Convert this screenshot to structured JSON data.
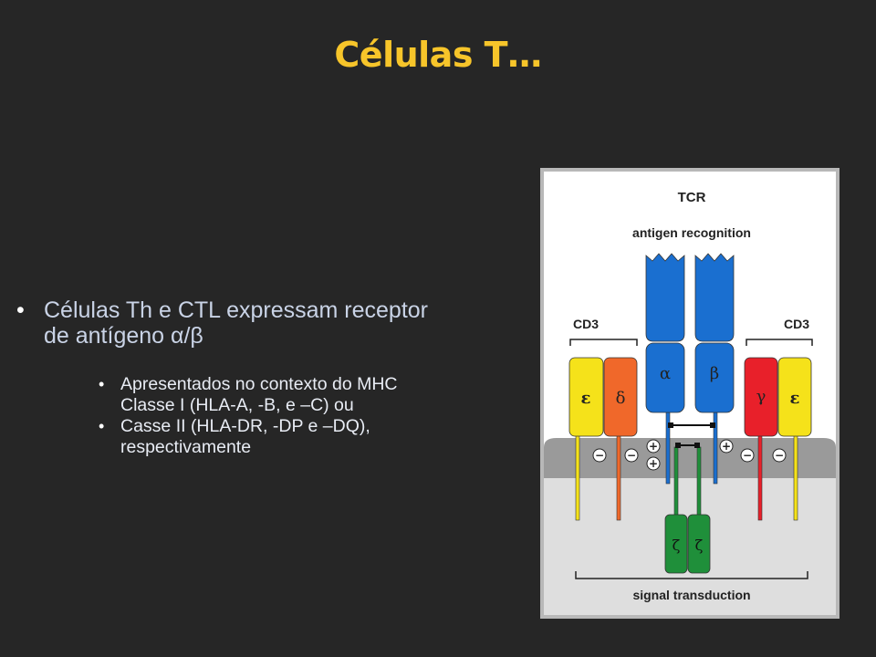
{
  "title": "Células T…",
  "bullets": {
    "main_line1": "Células Th e CTL expressam receptor",
    "main_line2": "de antígeno α/β",
    "sub1_line1": "Apresentados no contexto do MHC",
    "sub1_line2": "Classe I (HLA-A, -B, e –C) ou",
    "sub2_line1": "Casse II (HLA-DR, -DP e –DQ),",
    "sub2_line2": "respectivamente"
  },
  "diagram": {
    "tcr_label": "TCR",
    "antigen_label": "antigen recognition",
    "cd3_left": "CD3",
    "cd3_right": "CD3",
    "alpha": "α",
    "beta": "β",
    "epsilon_left": "ε",
    "delta": "δ",
    "gamma": "γ",
    "epsilon_right": "ε",
    "zeta1": "ζ",
    "zeta2": "ζ",
    "signal_label": "signal transduction",
    "minus": "−",
    "plus": "+",
    "colors": {
      "blue": "#1a6fd0",
      "yellow": "#f5e21a",
      "orange": "#f0682a",
      "red": "#e8202a",
      "green": "#1f8f3a",
      "membrane": "#9a9a9a",
      "cytoplasm": "#dedede"
    }
  }
}
